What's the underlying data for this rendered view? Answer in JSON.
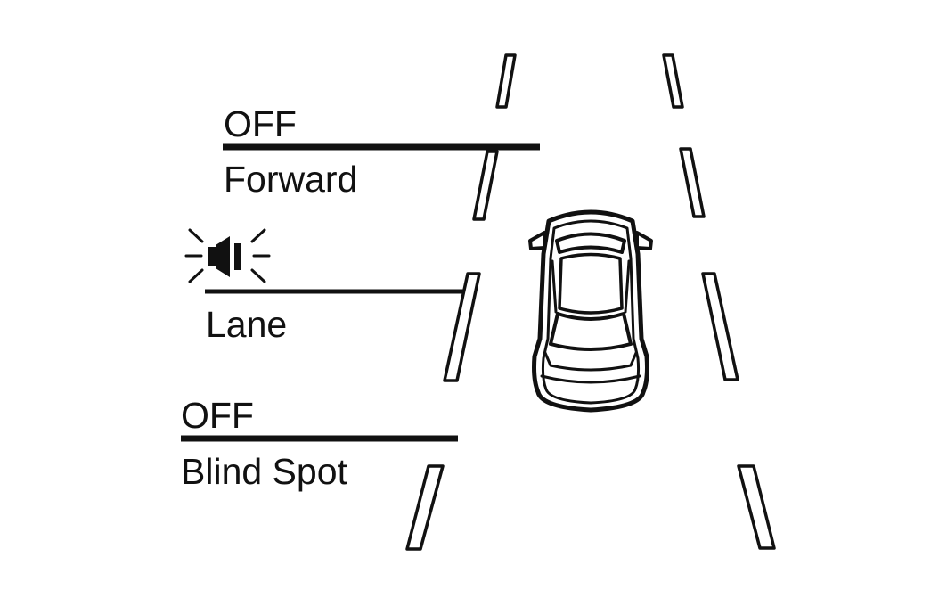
{
  "colors": {
    "ink": "#111111",
    "background": "#ffffff"
  },
  "diagram": {
    "forward": {
      "status": "OFF",
      "label": "Forward"
    },
    "lane": {
      "indicator_icon": "speaker-alert-icon",
      "label": "Lane"
    },
    "blind_spot": {
      "status": "OFF",
      "label": "Blind Spot"
    }
  }
}
